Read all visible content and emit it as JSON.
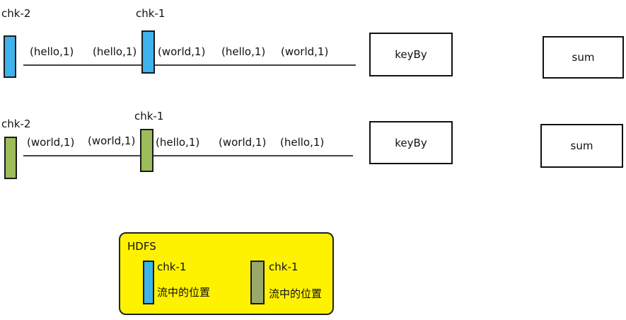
{
  "colors": {
    "blue_barrier": "#3fb3ec",
    "green_barrier": "#9cbd5a",
    "hdfs_bg": "#fff200",
    "hdfs_blue": "#3fb3ec",
    "hdfs_green": "#9aa96a"
  },
  "stream1": {
    "chk2_label": "chk-2",
    "chk1_label": "chk-1",
    "tokens": [
      "(hello,1)",
      "(hello,1)",
      "(world,1)",
      "(hello,1)",
      "(world,1)"
    ],
    "keyby_label": "keyBy",
    "sum_label": "sum"
  },
  "stream2": {
    "chk2_label": "chk-2",
    "chk1_label": "chk-1",
    "tokens": [
      "(world,1)",
      "(world,1)",
      "(hello,1)",
      "(world,1)",
      "(hello,1)"
    ],
    "keyby_label": "keyBy",
    "sum_label": "sum"
  },
  "hdfs": {
    "title": "HDFS",
    "entries": [
      {
        "label": "chk-1",
        "desc": "流中的位置"
      },
      {
        "label": "chk-1",
        "desc": "流中的位置"
      }
    ]
  }
}
